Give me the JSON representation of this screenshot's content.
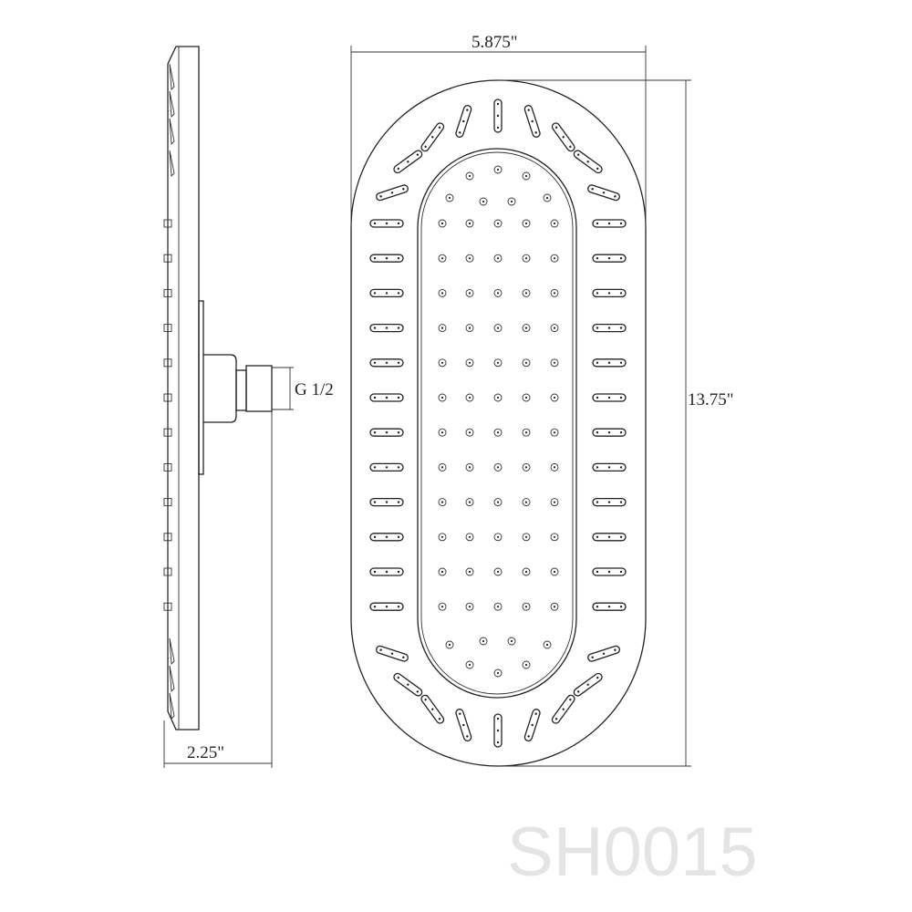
{
  "drawing": {
    "width_label": "5.875\"",
    "height_label": "13.75\"",
    "depth_label": "2.25\"",
    "thread_label": "G 1/2",
    "model_watermark": "SH0015"
  },
  "colors": {
    "line": "#222222",
    "watermark": "#e4e4e4"
  }
}
